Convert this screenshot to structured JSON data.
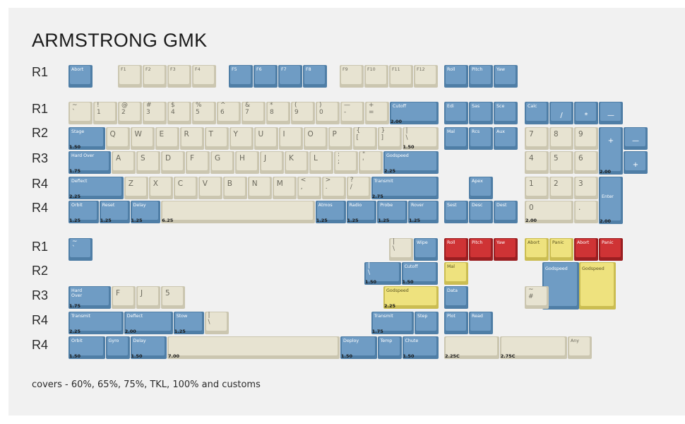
{
  "title": "ARMSTRONG GMK",
  "footer": "covers - 60%, 65%, 75%, TKL, 100% and customs",
  "row_labels": [
    "R1",
    "R1",
    "R2",
    "R3",
    "R4",
    "R4",
    "R1",
    "R2",
    "R3",
    "R4",
    "R4"
  ],
  "colors": {
    "blue": "#6f9cc4",
    "beige": "#e7e3d1",
    "red": "#cf3335",
    "yellow": "#eee27e",
    "background": "#f1f1f1"
  },
  "keys": [
    {
      "t": "Abort",
      "c": "blue"
    },
    {
      "t": "F1",
      "c": "beige"
    },
    {
      "t": "F2",
      "c": "beige"
    },
    {
      "t": "F3",
      "c": "beige"
    },
    {
      "t": "F4",
      "c": "beige"
    },
    {
      "t": "F5",
      "c": "blue"
    },
    {
      "t": "F6",
      "c": "blue"
    },
    {
      "t": "F7",
      "c": "blue"
    },
    {
      "t": "F8",
      "c": "blue"
    },
    {
      "t": "F9",
      "c": "beige"
    },
    {
      "t": "F10",
      "c": "beige"
    },
    {
      "t": "F11",
      "c": "beige"
    },
    {
      "t": "F12",
      "c": "beige"
    },
    {
      "t": "Roll",
      "c": "blue"
    },
    {
      "t": "Pitch",
      "c": "blue"
    },
    {
      "t": "Yaw",
      "c": "blue"
    },
    {
      "t": "~\n`",
      "c": "beige"
    },
    {
      "t": "!\n1",
      "c": "beige"
    },
    {
      "t": "@\n2",
      "c": "beige"
    },
    {
      "t": "#\n3",
      "c": "beige"
    },
    {
      "t": "$\n4",
      "c": "beige"
    },
    {
      "t": "%\n5",
      "c": "beige"
    },
    {
      "t": "^\n6",
      "c": "beige"
    },
    {
      "t": "&\n7",
      "c": "beige"
    },
    {
      "t": "*\n8",
      "c": "beige"
    },
    {
      "t": "(\n9",
      "c": "beige"
    },
    {
      "t": ")\n0",
      "c": "beige"
    },
    {
      "t": "—\n-",
      "c": "beige"
    },
    {
      "t": "+\n=",
      "c": "beige"
    },
    {
      "t": "Cutoff",
      "c": "blue",
      "s": "2.00"
    },
    {
      "t": "Edi",
      "c": "blue"
    },
    {
      "t": "Sas",
      "c": "blue"
    },
    {
      "t": "Sce",
      "c": "blue"
    },
    {
      "t": "Calc",
      "c": "blue"
    },
    {
      "t": "/",
      "c": "blue"
    },
    {
      "t": "*",
      "c": "blue"
    },
    {
      "t": "—",
      "c": "blue"
    },
    {
      "t": "Stage",
      "c": "blue",
      "s": "1.50"
    },
    {
      "t": "Q",
      "c": "beige"
    },
    {
      "t": "W",
      "c": "beige"
    },
    {
      "t": "E",
      "c": "beige"
    },
    {
      "t": "R",
      "c": "beige"
    },
    {
      "t": "T",
      "c": "beige"
    },
    {
      "t": "Y",
      "c": "beige"
    },
    {
      "t": "U",
      "c": "beige"
    },
    {
      "t": "I",
      "c": "beige"
    },
    {
      "t": "O",
      "c": "beige"
    },
    {
      "t": "P",
      "c": "beige"
    },
    {
      "t": "{\n[",
      "c": "beige"
    },
    {
      "t": "}\n]",
      "c": "beige"
    },
    {
      "t": "|\n\\",
      "c": "beige",
      "s": "1.50"
    },
    {
      "t": "Mal",
      "c": "blue"
    },
    {
      "t": "Rcs",
      "c": "blue"
    },
    {
      "t": "Aux",
      "c": "blue"
    },
    {
      "t": "7",
      "c": "beige"
    },
    {
      "t": "8",
      "c": "beige"
    },
    {
      "t": "9",
      "c": "beige"
    },
    {
      "t": "+",
      "c": "blue",
      "s": "2.00"
    },
    {
      "t": "—",
      "c": "blue"
    },
    {
      "t": "Hard Over",
      "c": "blue",
      "s": "1.75"
    },
    {
      "t": "A",
      "c": "beige"
    },
    {
      "t": "S",
      "c": "beige"
    },
    {
      "t": "D",
      "c": "beige"
    },
    {
      "t": "F",
      "c": "beige"
    },
    {
      "t": "G",
      "c": "beige"
    },
    {
      "t": "H",
      "c": "beige"
    },
    {
      "t": "J",
      "c": "beige"
    },
    {
      "t": "K",
      "c": "beige"
    },
    {
      "t": "L",
      "c": "beige"
    },
    {
      "t": ":\n;",
      "c": "beige"
    },
    {
      "t": "\"\n'",
      "c": "beige"
    },
    {
      "t": "Godspeed",
      "c": "blue",
      "s": "2.25"
    },
    {
      "t": "4",
      "c": "beige"
    },
    {
      "t": "5",
      "c": "beige"
    },
    {
      "t": "6",
      "c": "beige"
    },
    {
      "t": "+",
      "c": "blue"
    },
    {
      "t": "Deflect",
      "c": "blue",
      "s": "2.25"
    },
    {
      "t": "Z",
      "c": "beige"
    },
    {
      "t": "X",
      "c": "beige"
    },
    {
      "t": "C",
      "c": "beige"
    },
    {
      "t": "V",
      "c": "beige"
    },
    {
      "t": "B",
      "c": "beige"
    },
    {
      "t": "N",
      "c": "beige"
    },
    {
      "t": "M",
      "c": "beige"
    },
    {
      "t": "<\n,",
      "c": "beige"
    },
    {
      "t": ">\n.",
      "c": "beige"
    },
    {
      "t": "?\n/",
      "c": "beige"
    },
    {
      "t": "Transmit",
      "c": "blue",
      "s": "2.75"
    },
    {
      "t": "Apex",
      "c": "blue"
    },
    {
      "t": "1",
      "c": "beige"
    },
    {
      "t": "2",
      "c": "beige"
    },
    {
      "t": "3",
      "c": "beige"
    },
    {
      "t": "Enter",
      "c": "blue",
      "s": "2.00"
    },
    {
      "t": "Orbit",
      "c": "blue",
      "s": "1.25"
    },
    {
      "t": "Reset",
      "c": "blue",
      "s": "1.25"
    },
    {
      "t": "Delay",
      "c": "blue",
      "s": "1.25"
    },
    {
      "t": "",
      "c": "beige",
      "s": "6.25"
    },
    {
      "t": "Atmos",
      "c": "blue",
      "s": "1.25"
    },
    {
      "t": "Radio",
      "c": "blue",
      "s": "1.25"
    },
    {
      "t": "Probe",
      "c": "blue",
      "s": "1.25"
    },
    {
      "t": "Rover",
      "c": "blue",
      "s": "1.25"
    },
    {
      "t": "Sest",
      "c": "blue"
    },
    {
      "t": "Desc",
      "c": "blue"
    },
    {
      "t": "Dest",
      "c": "blue"
    },
    {
      "t": "0",
      "c": "beige",
      "s": "2.00"
    },
    {
      "t": ".",
      "c": "beige"
    },
    {
      "t": "~\n`",
      "c": "blue"
    },
    {
      "t": "|\n\\",
      "c": "beige"
    },
    {
      "t": "Wipe",
      "c": "blue"
    },
    {
      "t": "Roll",
      "c": "red"
    },
    {
      "t": "Pitch",
      "c": "red"
    },
    {
      "t": "Yaw",
      "c": "red"
    },
    {
      "t": "Abort",
      "c": "yellow"
    },
    {
      "t": "Panic",
      "c": "yellow"
    },
    {
      "t": "Abort",
      "c": "red"
    },
    {
      "t": "Panic",
      "c": "red"
    },
    {
      "t": "|\n\\",
      "c": "blue",
      "s": "1.50"
    },
    {
      "t": "Cutoff",
      "c": "blue",
      "s": "1.50"
    },
    {
      "t": "Mal",
      "c": "yellow"
    },
    {
      "t": "Godspeed",
      "c": "blue"
    },
    {
      "t": "Godspeed",
      "c": "yellow"
    },
    {
      "t": "Hard\nOver",
      "c": "blue",
      "s": "1.75"
    },
    {
      "t": "F",
      "c": "beige"
    },
    {
      "t": "J",
      "c": "beige"
    },
    {
      "t": "5",
      "c": "beige"
    },
    {
      "t": "Godspeed",
      "c": "yellow",
      "s": "2.25"
    },
    {
      "t": "Data",
      "c": "blue"
    },
    {
      "t": "~\n#",
      "c": "beige"
    },
    {
      "t": "Transmit",
      "c": "blue",
      "s": "2.25"
    },
    {
      "t": "Deflect",
      "c": "blue",
      "s": "2.00"
    },
    {
      "t": "Stow",
      "c": "blue",
      "s": "1.25"
    },
    {
      "t": "|\n\\",
      "c": "beige"
    },
    {
      "t": "Transmit",
      "c": "blue",
      "s": "1.75"
    },
    {
      "t": "Step",
      "c": "blue"
    },
    {
      "t": "Plot",
      "c": "blue"
    },
    {
      "t": "Read",
      "c": "blue"
    },
    {
      "t": "Orbit",
      "c": "blue",
      "s": "1.50"
    },
    {
      "t": "Gyro",
      "c": "blue"
    },
    {
      "t": "Delay",
      "c": "blue",
      "s": "1.50"
    },
    {
      "t": "",
      "c": "beige",
      "s": "7.00"
    },
    {
      "t": "Deploy",
      "c": "blue",
      "s": "1.50"
    },
    {
      "t": "Temp",
      "c": "blue"
    },
    {
      "t": "Chute",
      "c": "blue",
      "s": "1.50"
    },
    {
      "t": "",
      "c": "beige",
      "s": "2.25C"
    },
    {
      "t": "",
      "c": "beige",
      "s": "2.75C"
    },
    {
      "t": "Any",
      "c": "beige"
    }
  ]
}
